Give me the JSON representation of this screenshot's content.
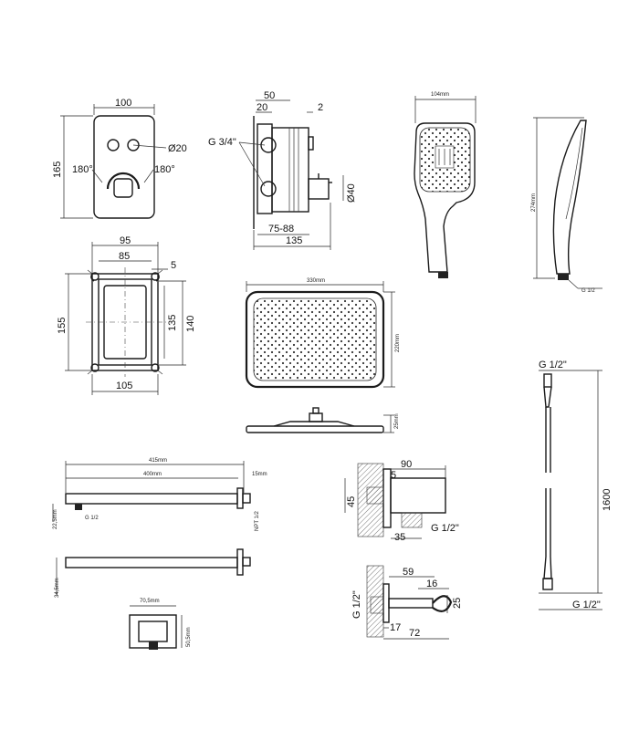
{
  "panel": {
    "width": "100",
    "height": "165",
    "hole": "Ø20",
    "angle_left": "180°",
    "angle_right": "180°"
  },
  "box_side": {
    "top_50": "50",
    "top_20": "20",
    "top_2": "2",
    "thread": "G 3/4\"",
    "dia_40": "Ø40",
    "depth_range": "75-88",
    "depth_total": "135"
  },
  "box_front": {
    "w95": "95",
    "w85": "85",
    "w5": "5",
    "h155": "155",
    "h135": "135",
    "h140": "140",
    "w105": "105"
  },
  "hand_shower": {
    "width": "104mm",
    "length": "274mm",
    "thread": "G 1/2"
  },
  "rain_head": {
    "width": "330mm",
    "depth": "220mm",
    "height": "25mm"
  },
  "arm": {
    "total": "415mm",
    "length": "400mm",
    "flange": "15mm",
    "drop": "22,5mm",
    "thread_left": "G 1/2",
    "thread_right": "NPT 1/2",
    "side_drop": "34,5mm",
    "flange_w": "70,5mm",
    "flange_h": "50,5mm"
  },
  "elbow": {
    "w90": "90",
    "w5": "5",
    "h45": "45",
    "w35": "35",
    "thread": "G 1/2\""
  },
  "holder": {
    "w59": "59",
    "w16": "16",
    "thread": "G 1/2\"",
    "h25": "25",
    "w17": "17",
    "w72": "72"
  },
  "hose": {
    "thread_top": "G 1/2\"",
    "length": "1600",
    "thread_bottom": "G 1/2\""
  }
}
